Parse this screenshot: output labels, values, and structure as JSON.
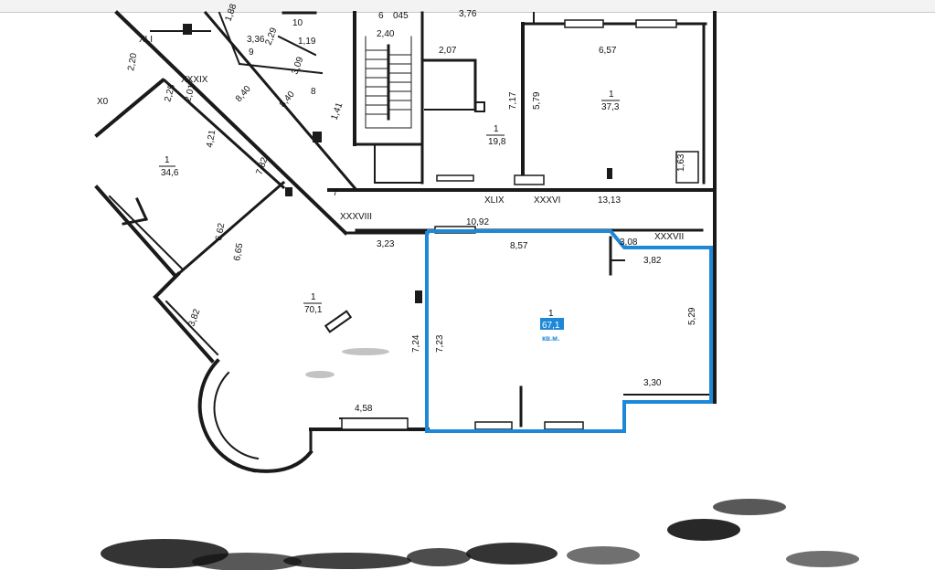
{
  "colors": {
    "wall": "#1a1a1a",
    "highlight": "#1e88d8",
    "highlight_text": "#1e88d8",
    "smudge": "#111111"
  },
  "highlighted_room": {
    "number": "1",
    "area": "67,1",
    "unit": "кв.м."
  },
  "rooms": {
    "r_top_left": {
      "number": "1",
      "area": "34,6"
    },
    "r_big_left": {
      "number": "1",
      "area": "70,1"
    },
    "r_center": {
      "number": "1",
      "area": "19,8"
    },
    "r_top_right": {
      "number": "1",
      "area": "37,3"
    },
    "r_small": {
      "number": "8"
    }
  },
  "top_labels": {
    "l_6": "6",
    "l_045": "045",
    "l_376": "3,76",
    "l_10": "10",
    "l_188": "1,88",
    "l_336": "3,36",
    "l_229": "2,29",
    "l_119": "1,19",
    "l_9": "9",
    "l_309": "3,09",
    "l_240": "2,40",
    "l_207": "2,07",
    "l_657": "6,57",
    "l_717": "7,17",
    "l_579": "5,79",
    "l_141": "1,41",
    "l_840a": "8,40",
    "l_840b": "8,40",
    "l_163": "1,63"
  },
  "roman_labels": {
    "xli": "XLI",
    "xxxix": "XXXIX",
    "xlix": "XLIX",
    "xxxvi": "XXXVI",
    "xxxviii": "XXXVIII",
    "xxxvii": "XXXVII",
    "xl": "X0"
  },
  "dimensions": {
    "d_220": "2,20",
    "d_225": "2,25",
    "d_201": "2,01",
    "d_421": "4,21",
    "d_782": "7,82",
    "d_7": "7",
    "d_1313": "13,13",
    "d_1092": "10,92",
    "d_323": "3,23",
    "d_662": "6,62",
    "d_665": "6,65",
    "d_857": "8,57",
    "d_308": "3,08",
    "d_382a": "3,82",
    "d_529": "5,29",
    "d_724": "7,24",
    "d_723": "7,23",
    "d_330": "3,30",
    "d_382b": "3,82",
    "d_458": "4,58"
  }
}
